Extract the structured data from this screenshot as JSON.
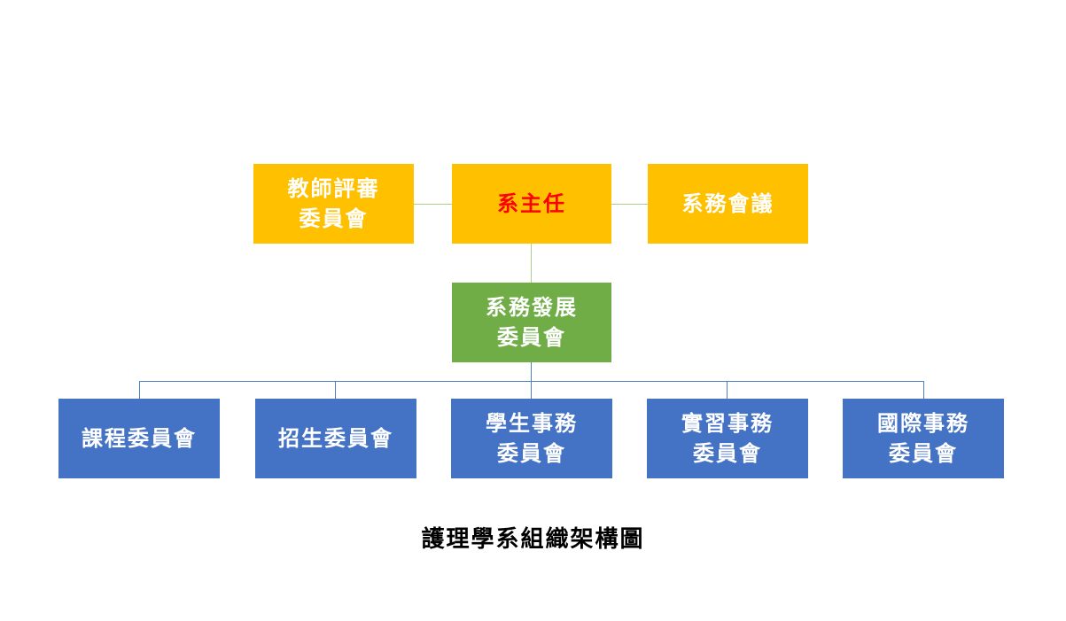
{
  "colors": {
    "top": "#ffc000",
    "middle": "#70ad47",
    "bottom": "#4472c4",
    "head_text": "#ff0000",
    "text": "#ffffff",
    "connector_top": "#a9d18e",
    "connector_bottom": "#4f7fbf"
  },
  "top_row": {
    "left": {
      "lines": [
        "教師評審",
        "委員會"
      ]
    },
    "center": {
      "lines": [
        "系主任"
      ]
    },
    "right": {
      "lines": [
        "系務會議"
      ]
    }
  },
  "middle": {
    "lines": [
      "系務發展",
      "委員會"
    ]
  },
  "bottom_row": [
    {
      "lines": [
        "課程委員會"
      ]
    },
    {
      "lines": [
        "招生委員會"
      ]
    },
    {
      "lines": [
        "學生事務",
        "委員會"
      ]
    },
    {
      "lines": [
        "實習事務",
        "委員會"
      ]
    },
    {
      "lines": [
        "國際事務",
        "委員會"
      ]
    }
  ],
  "title": "護理學系組織架構圖"
}
